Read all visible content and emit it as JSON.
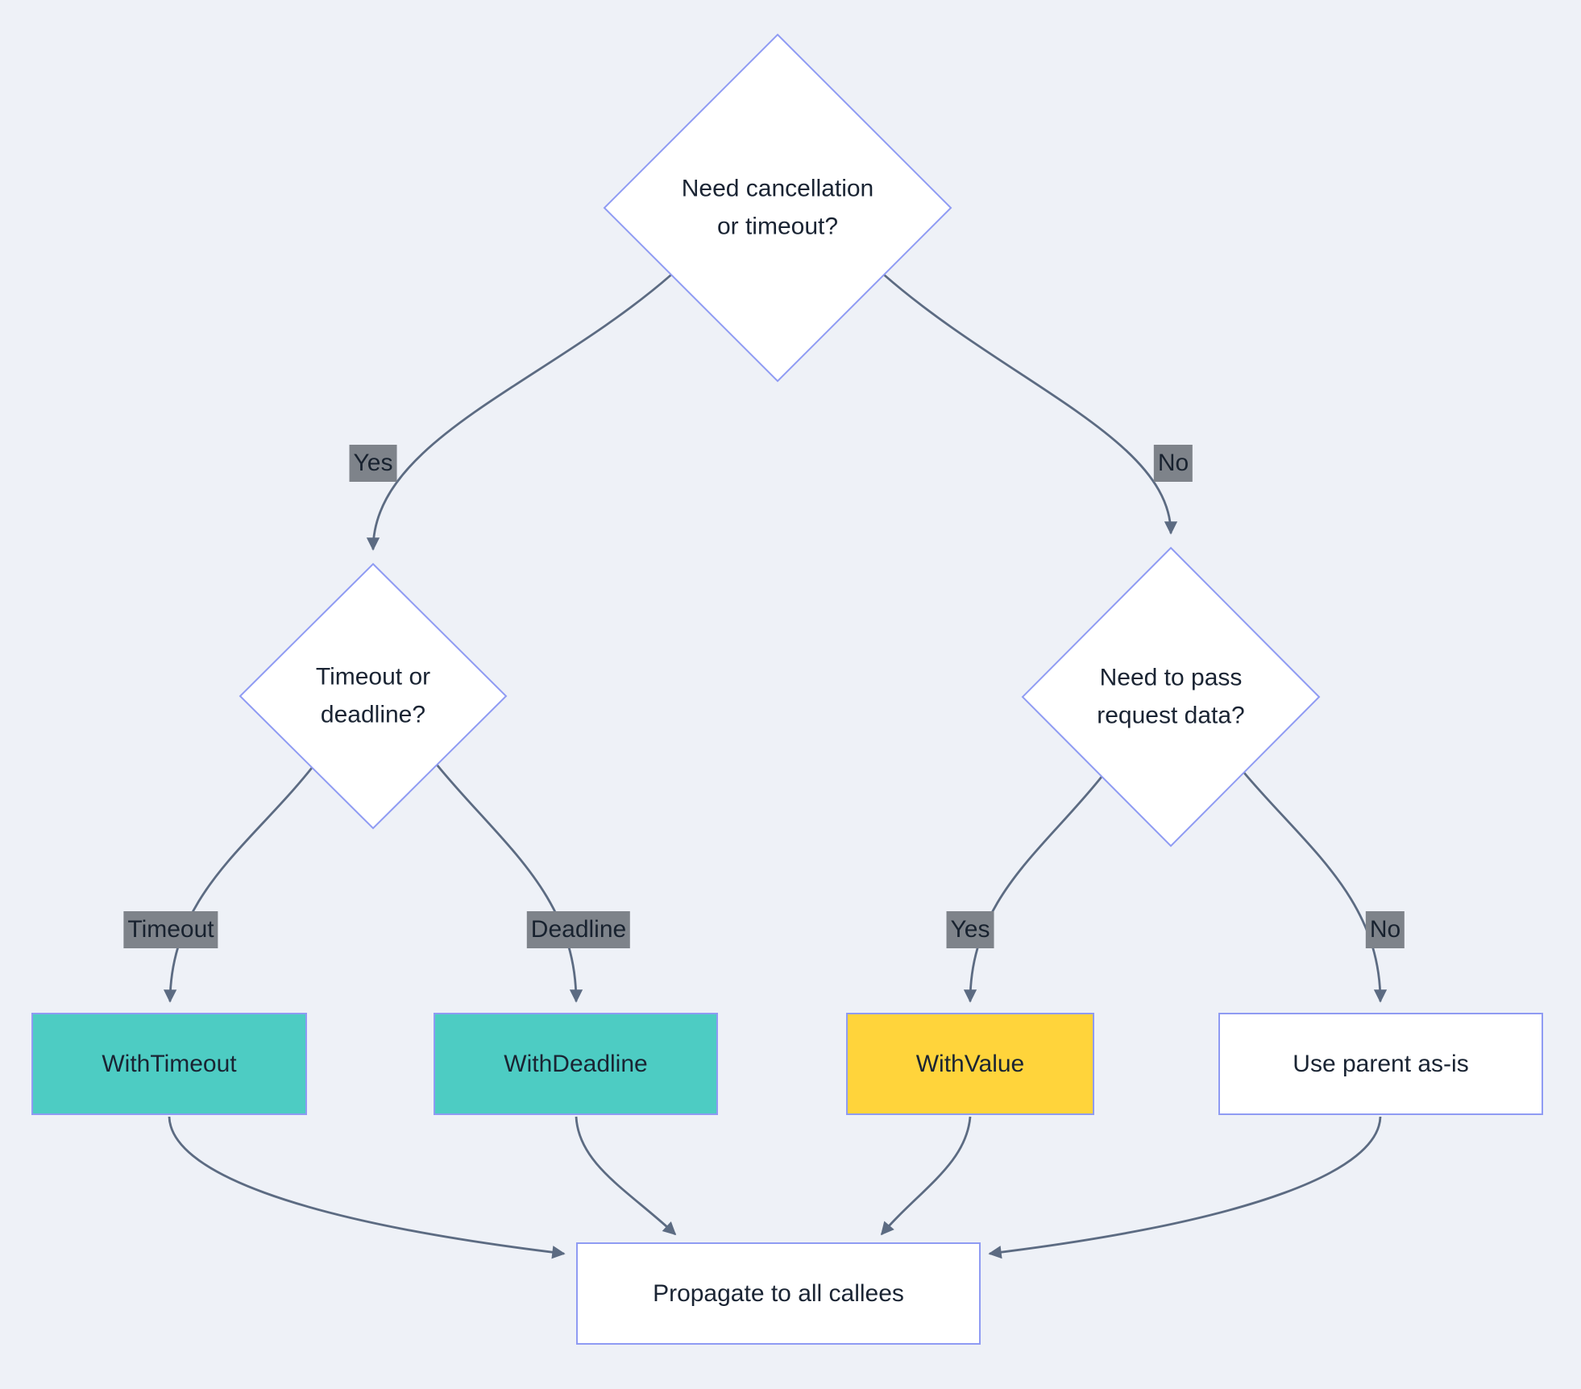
{
  "diagram": {
    "type": "flowchart-decision-tree",
    "colors": {
      "background": "#EEF1F7",
      "node_border": "#8F9BF3",
      "node_fill": "#FFFFFF",
      "teal_fill": "#4DCCC3",
      "yellow_fill": "#FFD43B",
      "edge_stroke": "#5C6B82",
      "edge_label_bg": "#7E838A",
      "text": "#1A2433"
    },
    "nodes": {
      "root": {
        "line1": "Need cancellation",
        "line2": "or timeout?"
      },
      "timeout_or_deadline": {
        "line1": "Timeout or",
        "line2": "deadline?"
      },
      "need_request_data": {
        "line1": "Need to pass",
        "line2": "request data?"
      },
      "with_timeout": {
        "label": "WithTimeout"
      },
      "with_deadline": {
        "label": "WithDeadline"
      },
      "with_value": {
        "label": "WithValue"
      },
      "use_parent": {
        "label": "Use parent as-is"
      },
      "propagate": {
        "label": "Propagate to all callees"
      }
    },
    "edge_labels": {
      "yes_left": "Yes",
      "no_right": "No",
      "timeout": "Timeout",
      "deadline": "Deadline",
      "yes_bottom": "Yes",
      "no_bottom": "No"
    },
    "edges": [
      {
        "from": "root",
        "to": "timeout_or_deadline",
        "label": "Yes"
      },
      {
        "from": "root",
        "to": "need_request_data",
        "label": "No"
      },
      {
        "from": "timeout_or_deadline",
        "to": "with_timeout",
        "label": "Timeout"
      },
      {
        "from": "timeout_or_deadline",
        "to": "with_deadline",
        "label": "Deadline"
      },
      {
        "from": "need_request_data",
        "to": "with_value",
        "label": "Yes"
      },
      {
        "from": "need_request_data",
        "to": "use_parent",
        "label": "No"
      },
      {
        "from": "with_timeout",
        "to": "propagate",
        "label": ""
      },
      {
        "from": "with_deadline",
        "to": "propagate",
        "label": ""
      },
      {
        "from": "with_value",
        "to": "propagate",
        "label": ""
      },
      {
        "from": "use_parent",
        "to": "propagate",
        "label": ""
      }
    ]
  }
}
